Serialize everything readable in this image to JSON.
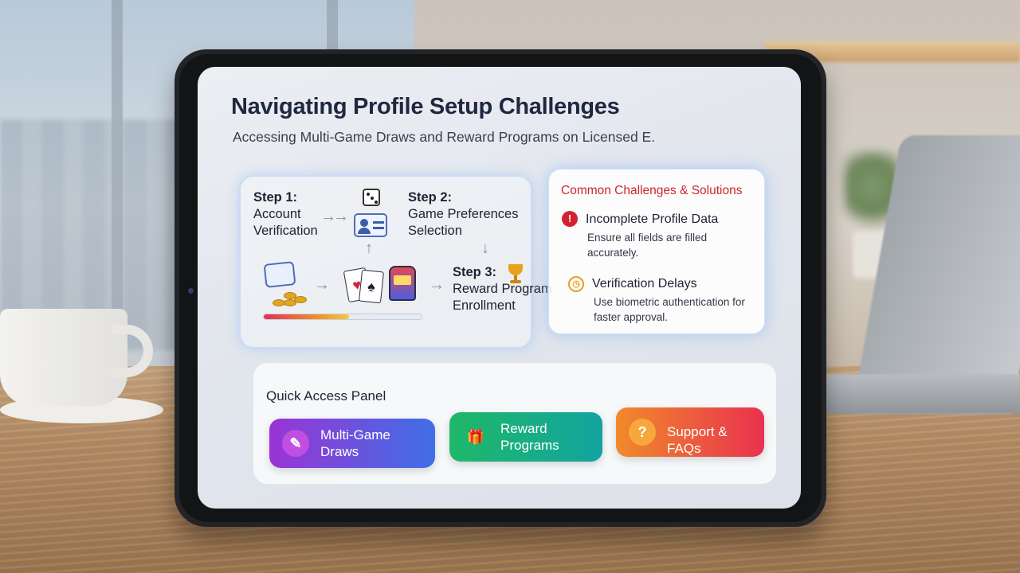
{
  "screen": {
    "title": "Navigating Profile Setup Challenges",
    "subtitle": "Accessing Multi-Game Draws and Reward Programs on Licensed E."
  },
  "steps": {
    "step1": {
      "title": "Step 1:",
      "label": "Account Verification",
      "icon": "id-card-icon"
    },
    "step2": {
      "title": "Step 2:",
      "label": "Game Preferences Selection",
      "icon": "dice-icon"
    },
    "step3": {
      "title": "Step 3:",
      "label": "Reward Program Enrollment",
      "icon": "trophy-icon"
    },
    "progress_fraction": 0.54,
    "card_suits": [
      "♥",
      "♠"
    ]
  },
  "challenges": {
    "title": "Common Challenges & Solutions",
    "items": [
      {
        "heading": "Incomplete Profile Data",
        "body": "Ensure all fields are filled accurately.",
        "icon": "error-icon",
        "glyph": "!"
      },
      {
        "heading": "Verification Delays",
        "body": "Use biometric authentication for faster approval.",
        "icon": "clock-icon",
        "glyph": "◷"
      }
    ]
  },
  "quick_access": {
    "title": "Quick Access Panel",
    "buttons": [
      {
        "label": "Multi-Game Draws",
        "icon": "ticket-icon",
        "glyph": "✎",
        "colors": [
          "#9a34d4",
          "#3f6fe5"
        ]
      },
      {
        "label": "Reward Programs",
        "icon": "gift-icon",
        "glyph": "🎁",
        "colors": [
          "#1fb868",
          "#13a3a0"
        ]
      },
      {
        "label": "Support & FAQs",
        "icon": "question-icon",
        "glyph": "?",
        "colors": [
          "#f08a2a",
          "#e8324f"
        ]
      }
    ]
  }
}
